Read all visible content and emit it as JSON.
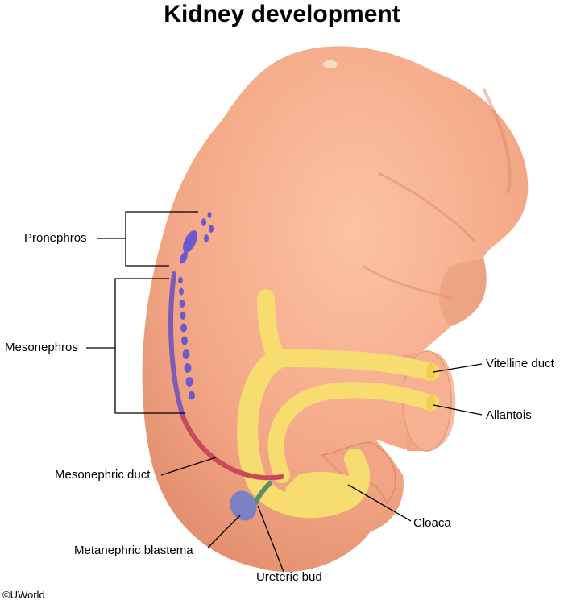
{
  "title": "Kidney development",
  "labels": {
    "pronephros": "Pronephros",
    "mesonephros": "Mesonephros",
    "mesonephric_duct": "Mesonephric duct",
    "metanephric_blastema": "Metanephric blastema",
    "ureteric_bud": "Ureteric bud",
    "cloaca": "Cloaca",
    "vitelline_duct": "Vitelline duct",
    "allantois": "Allantois"
  },
  "copyright": "©UWorld",
  "colors": {
    "embryo": "#f4a887",
    "embryo_shadow": "#e08c6c",
    "gut_tube": "#f7dc6f",
    "nephric_tubules": "#6a5acd",
    "mesonephric_duct": "#c9485b",
    "ureteric_bud": "#5a8f6a",
    "blastema": "#7b7fc4"
  }
}
